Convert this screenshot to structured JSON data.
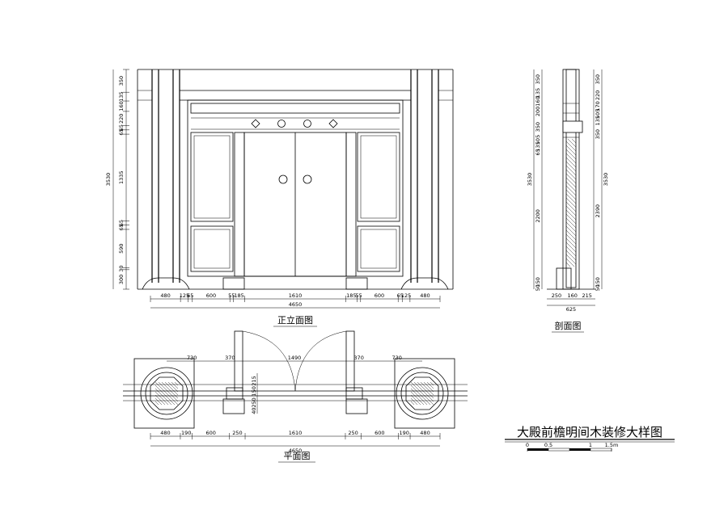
{
  "drawing_title": "大殿前檐明间木装修大样图",
  "views": {
    "elevation": "正立面图",
    "section": "剖面图",
    "plan": "平面图"
  },
  "scale_bar": {
    "labels": [
      "0",
      "0.5",
      "1",
      "1.5m"
    ]
  },
  "elevation_dims": {
    "bottom": [
      "480",
      "125",
      "65",
      "600",
      "55",
      "185",
      "1610",
      "185",
      "55",
      "600",
      "65",
      "125",
      "480"
    ],
    "total": "4650",
    "left": [
      "350",
      "135",
      "160",
      "220",
      "65",
      "65",
      "1335",
      "65",
      "65",
      "590",
      "30",
      "300"
    ],
    "left_total": "3530"
  },
  "section_dims": {
    "bottom": [
      "250",
      "160",
      "215"
    ],
    "total": "625",
    "left": [
      "350",
      "135",
      "160",
      "200",
      "350",
      "105",
      "135",
      "65",
      "2200",
      "150",
      "50"
    ],
    "left_total": "3530",
    "right": [
      "350",
      "220",
      "170",
      "105",
      "135",
      "350",
      "2390",
      "150",
      "50"
    ],
    "right_total": "3530"
  },
  "plan_dims": {
    "top": [
      "730",
      "370",
      "1490",
      "370",
      "730"
    ],
    "bottom": [
      "480",
      "190",
      "600",
      "250",
      "1610",
      "250",
      "600",
      "190",
      "480"
    ],
    "total": "4650",
    "left": [
      "215",
      "150",
      "250",
      "40"
    ]
  }
}
